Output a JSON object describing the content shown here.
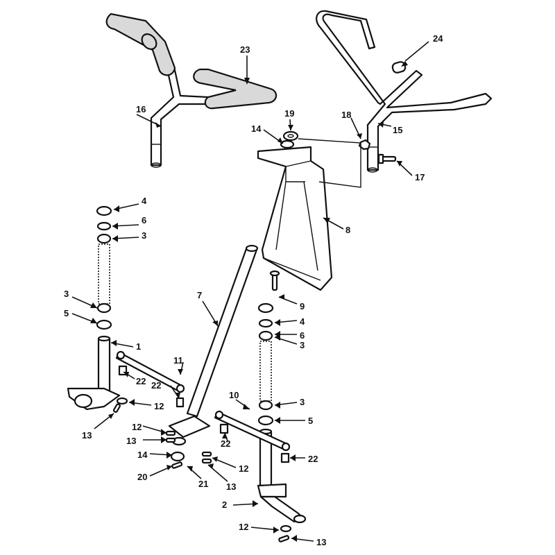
{
  "callouts": [
    {
      "id": "c1",
      "text": "1"
    },
    {
      "id": "c2",
      "text": "2"
    },
    {
      "id": "c3a",
      "text": "3"
    },
    {
      "id": "c3b",
      "text": "3"
    },
    {
      "id": "c3c",
      "text": "3"
    },
    {
      "id": "c3d",
      "text": "3"
    },
    {
      "id": "c4a",
      "text": "4"
    },
    {
      "id": "c4b",
      "text": "4"
    },
    {
      "id": "c5a",
      "text": "5"
    },
    {
      "id": "c5b",
      "text": "5"
    },
    {
      "id": "c6a",
      "text": "6"
    },
    {
      "id": "c6b",
      "text": "6"
    },
    {
      "id": "c7",
      "text": "7"
    },
    {
      "id": "c8",
      "text": "8"
    },
    {
      "id": "c9",
      "text": "9"
    },
    {
      "id": "c10",
      "text": "10"
    },
    {
      "id": "c11",
      "text": "11"
    },
    {
      "id": "c12a",
      "text": "12"
    },
    {
      "id": "c12b",
      "text": "12"
    },
    {
      "id": "c12c",
      "text": "12"
    },
    {
      "id": "c12d",
      "text": "12"
    },
    {
      "id": "c13a",
      "text": "13"
    },
    {
      "id": "c13b",
      "text": "13"
    },
    {
      "id": "c13c",
      "text": "13"
    },
    {
      "id": "c13d",
      "text": "13"
    },
    {
      "id": "c14a",
      "text": "14"
    },
    {
      "id": "c14b",
      "text": "14"
    },
    {
      "id": "c15",
      "text": "15"
    },
    {
      "id": "c16",
      "text": "16"
    },
    {
      "id": "c17",
      "text": "17"
    },
    {
      "id": "c18",
      "text": "18"
    },
    {
      "id": "c19",
      "text": "19"
    },
    {
      "id": "c20",
      "text": "20"
    },
    {
      "id": "c21",
      "text": "21"
    },
    {
      "id": "c22a",
      "text": "22"
    },
    {
      "id": "c22b",
      "text": "22"
    },
    {
      "id": "c22c",
      "text": "22"
    },
    {
      "id": "c22d",
      "text": "22"
    },
    {
      "id": "c23",
      "text": "23"
    },
    {
      "id": "c24",
      "text": "24"
    }
  ]
}
